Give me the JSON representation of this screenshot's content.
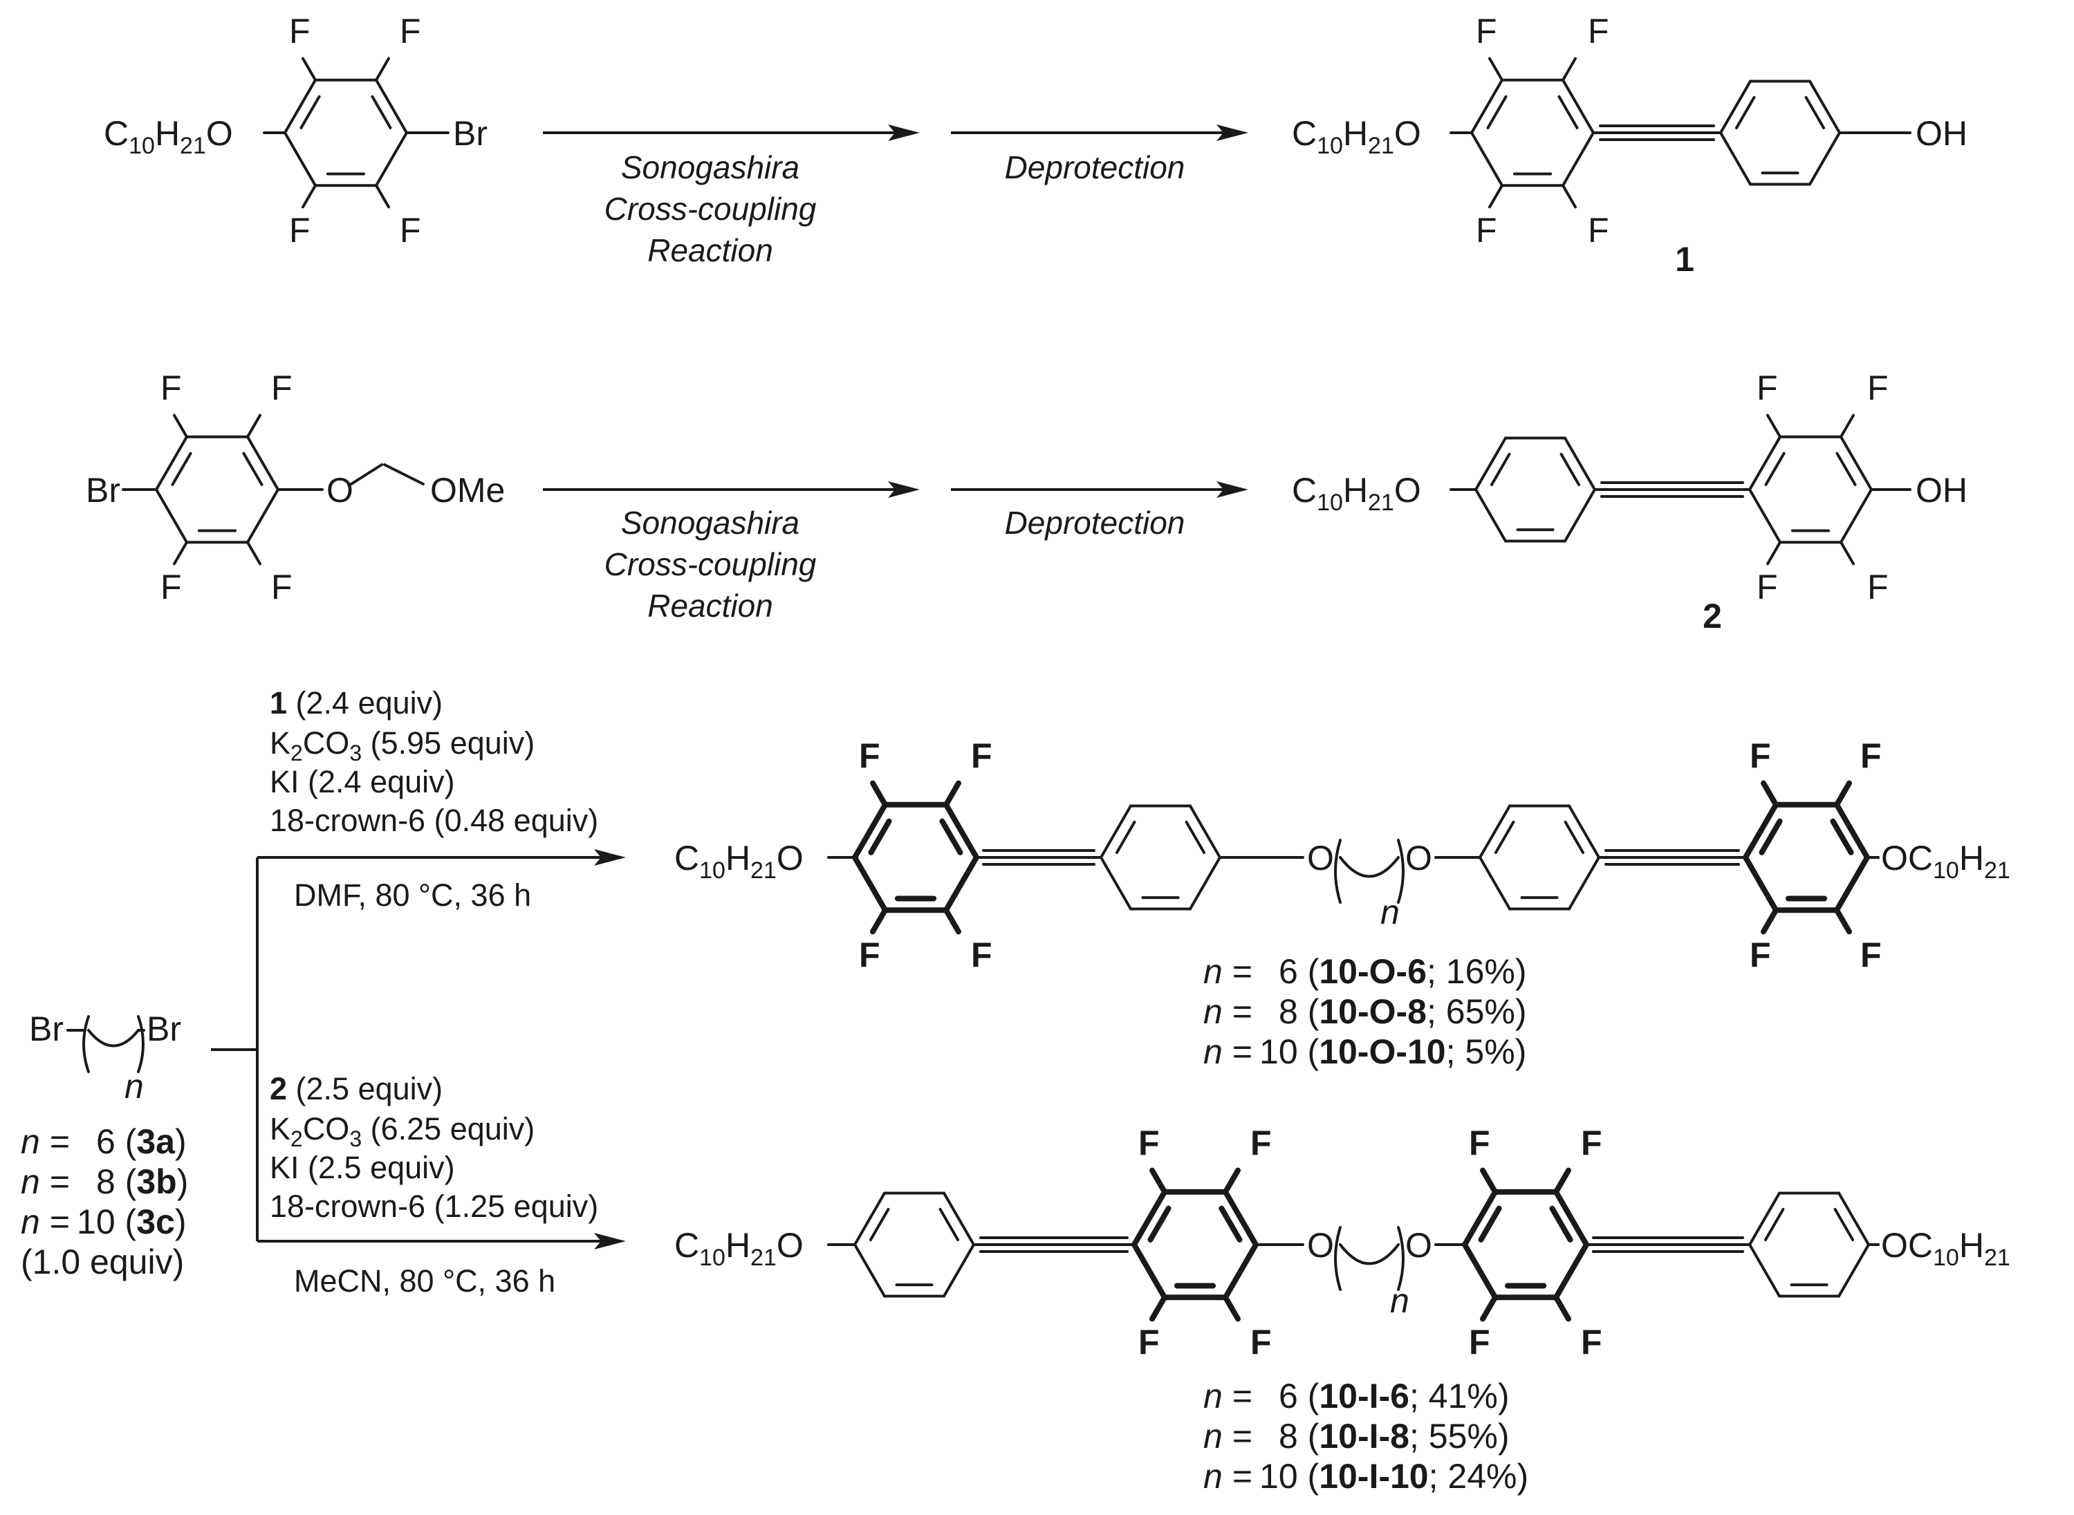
{
  "row1": {
    "start": {
      "alkoxy": "C",
      "c_sub": "10",
      "h": "H",
      "h_sub": "21",
      "o": "O",
      "br": "Br",
      "f": "F"
    },
    "step1": [
      "Sonogashira",
      "Cross-coupling",
      "Reaction"
    ],
    "step2": "Deprotection",
    "product": {
      "alkoxy": "C",
      "c_sub": "10",
      "h": "H",
      "h_sub": "21",
      "o": "O",
      "oh": "OH",
      "f": "F",
      "id": "1"
    }
  },
  "row2": {
    "start": {
      "br": "Br",
      "o": "O",
      "ome": "OMe",
      "f": "F"
    },
    "step1": [
      "Sonogashira",
      "Cross-coupling",
      "Reaction"
    ],
    "step2": "Deprotection",
    "product": {
      "alkoxy": "C",
      "c_sub": "10",
      "h": "H",
      "h_sub": "21",
      "o": "O",
      "oh": "OH",
      "f": "F",
      "id": "2"
    }
  },
  "dibromide": {
    "br": "Br",
    "n": "n",
    "entries": [
      {
        "n_label": "n",
        "eq": "=",
        "value": "6",
        "id": "3a"
      },
      {
        "n_label": "n",
        "eq": "=",
        "value": "8",
        "id": "3b"
      },
      {
        "n_label": "n",
        "eq": "=",
        "value": "10",
        "id": "3c"
      }
    ],
    "equiv": "(1.0 equiv)"
  },
  "reaction_a": {
    "reagents": [
      {
        "bold": "1",
        "text": "(2.4 equiv)"
      },
      {
        "pre": "K",
        "sub1": "2",
        "mid": "CO",
        "sub2": "3",
        "text": "(5.95 equiv)"
      },
      {
        "text": "KI (2.4 equiv)"
      },
      {
        "text": "18-crown-6 (0.48 equiv)"
      }
    ],
    "conditions": "DMF, 80 °C, 36 h",
    "yields": [
      {
        "n_label": "n",
        "eq": "=",
        "value": "6",
        "id": "10-O-6",
        "yield": "16%"
      },
      {
        "n_label": "n",
        "eq": "=",
        "value": "8",
        "id": "10-O-8",
        "yield": "65%"
      },
      {
        "n_label": "n",
        "eq": "=",
        "value": "10",
        "id": "10-O-10",
        "yield": "5%"
      }
    ]
  },
  "reaction_b": {
    "reagents": [
      {
        "bold": "2",
        "text": "(2.5 equiv)"
      },
      {
        "pre": "K",
        "sub1": "2",
        "mid": "CO",
        "sub2": "3",
        "text": "(6.25 equiv)"
      },
      {
        "text": "KI (2.5 equiv)"
      },
      {
        "text": "18-crown-6 (1.25 equiv)"
      }
    ],
    "conditions": "MeCN, 80 °C, 36 h",
    "yields": [
      {
        "n_label": "n",
        "eq": "=",
        "value": "6",
        "id": "10-I-6",
        "yield": "41%"
      },
      {
        "n_label": "n",
        "eq": "=",
        "value": "8",
        "id": "10-I-8",
        "yield": "55%"
      },
      {
        "n_label": "n",
        "eq": "=",
        "value": "10",
        "id": "10-I-10",
        "yield": "24%"
      }
    ]
  },
  "dimer": {
    "c": "C",
    "c_sub": "10",
    "h": "H",
    "h_sub": "21",
    "o": "O",
    "f": "F",
    "n": "n"
  }
}
